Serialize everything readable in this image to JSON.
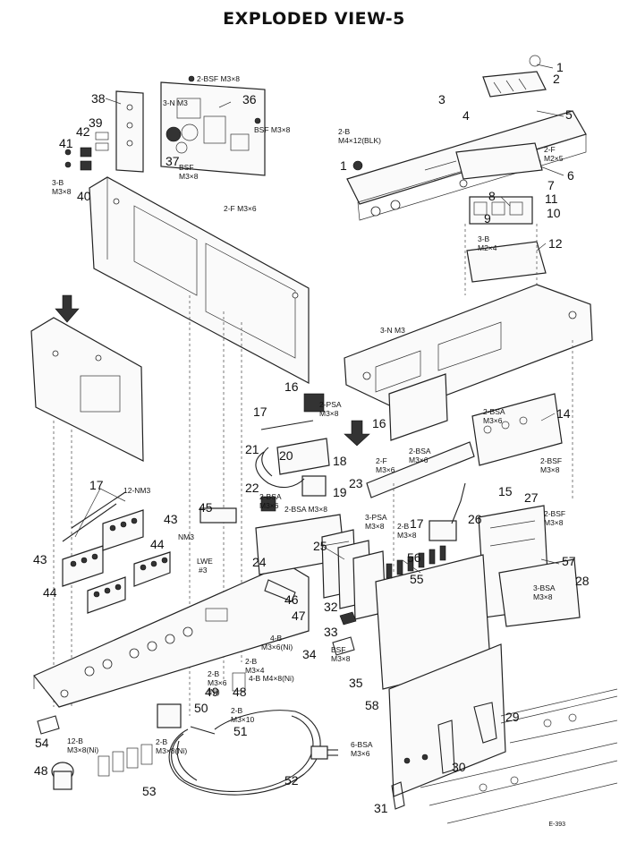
{
  "title": "EXPLODED VIEW-5",
  "drawing_code": "E-393",
  "callouts": [
    {
      "id": "p1a",
      "label": "1"
    },
    {
      "id": "p1b",
      "label": "1"
    },
    {
      "id": "p2",
      "label": "2"
    },
    {
      "id": "p3",
      "label": "3"
    },
    {
      "id": "p4",
      "label": "4"
    },
    {
      "id": "p5",
      "label": "5"
    },
    {
      "id": "p6",
      "label": "6"
    },
    {
      "id": "p7",
      "label": "7"
    },
    {
      "id": "p8",
      "label": "8"
    },
    {
      "id": "p9",
      "label": "9"
    },
    {
      "id": "p10",
      "label": "10"
    },
    {
      "id": "p11",
      "label": "11"
    },
    {
      "id": "p12",
      "label": "12"
    },
    {
      "id": "p14",
      "label": "14"
    },
    {
      "id": "p15",
      "label": "15"
    },
    {
      "id": "p16a",
      "label": "16"
    },
    {
      "id": "p16b",
      "label": "16"
    },
    {
      "id": "p17a",
      "label": "17"
    },
    {
      "id": "p17b",
      "label": "17"
    },
    {
      "id": "p17c",
      "label": "17"
    },
    {
      "id": "p18",
      "label": "18"
    },
    {
      "id": "p19",
      "label": "19"
    },
    {
      "id": "p20",
      "label": "20"
    },
    {
      "id": "p21",
      "label": "21"
    },
    {
      "id": "p22",
      "label": "22"
    },
    {
      "id": "p23",
      "label": "23"
    },
    {
      "id": "p24",
      "label": "24"
    },
    {
      "id": "p25",
      "label": "25"
    },
    {
      "id": "p26",
      "label": "26"
    },
    {
      "id": "p27",
      "label": "27"
    },
    {
      "id": "p28",
      "label": "28"
    },
    {
      "id": "p29",
      "label": "29"
    },
    {
      "id": "p30",
      "label": "30"
    },
    {
      "id": "p31",
      "label": "31"
    },
    {
      "id": "p32",
      "label": "32"
    },
    {
      "id": "p33",
      "label": "33"
    },
    {
      "id": "p34",
      "label": "34"
    },
    {
      "id": "p35",
      "label": "35"
    },
    {
      "id": "p36",
      "label": "36"
    },
    {
      "id": "p37",
      "label": "37"
    },
    {
      "id": "p38",
      "label": "38"
    },
    {
      "id": "p39",
      "label": "39"
    },
    {
      "id": "p40",
      "label": "40"
    },
    {
      "id": "p41",
      "label": "41"
    },
    {
      "id": "p42",
      "label": "42"
    },
    {
      "id": "p43a",
      "label": "43"
    },
    {
      "id": "p43b",
      "label": "43"
    },
    {
      "id": "p44a",
      "label": "44"
    },
    {
      "id": "p44b",
      "label": "44"
    },
    {
      "id": "p45",
      "label": "45"
    },
    {
      "id": "p46",
      "label": "46"
    },
    {
      "id": "p47",
      "label": "47"
    },
    {
      "id": "p48a",
      "label": "48"
    },
    {
      "id": "p48b",
      "label": "48"
    },
    {
      "id": "p49",
      "label": "49"
    },
    {
      "id": "p50",
      "label": "50"
    },
    {
      "id": "p51",
      "label": "51"
    },
    {
      "id": "p52",
      "label": "52"
    },
    {
      "id": "p53",
      "label": "53"
    },
    {
      "id": "p54",
      "label": "54"
    },
    {
      "id": "p55",
      "label": "55"
    },
    {
      "id": "p56",
      "label": "56"
    },
    {
      "id": "p57",
      "label": "57"
    },
    {
      "id": "p58",
      "label": "58"
    }
  ],
  "screw_notes": [
    {
      "id": "n1",
      "lines": [
        "2-BSF M3×8"
      ]
    },
    {
      "id": "n2",
      "lines": [
        "3-N M3"
      ]
    },
    {
      "id": "n3",
      "lines": [
        "BSF M3×8"
      ]
    },
    {
      "id": "n4",
      "lines": [
        "BSF",
        "M3×8"
      ]
    },
    {
      "id": "n5",
      "lines": [
        "3-B",
        "M3×8"
      ]
    },
    {
      "id": "n6",
      "lines": [
        "2-F M3×6"
      ]
    },
    {
      "id": "n7",
      "lines": [
        "2-B",
        "M4×12(BLK)"
      ]
    },
    {
      "id": "n8",
      "lines": [
        "2-F",
        "M2×5"
      ]
    },
    {
      "id": "n9",
      "lines": [
        "3-B",
        "M2×4"
      ]
    },
    {
      "id": "n10",
      "lines": [
        "3-N M3"
      ]
    },
    {
      "id": "n11",
      "lines": [
        "2-PSA",
        "M3×8"
      ]
    },
    {
      "id": "n12",
      "lines": [
        "2-BSA",
        "M3×6"
      ]
    },
    {
      "id": "n13",
      "lines": [
        "2-BSA",
        "M3×6"
      ]
    },
    {
      "id": "n14",
      "lines": [
        "2-F",
        "M3×6"
      ]
    },
    {
      "id": "n15",
      "lines": [
        "2-BSF",
        "M3×8"
      ]
    },
    {
      "id": "n16",
      "lines": [
        "12-NM3"
      ]
    },
    {
      "id": "n17",
      "lines": [
        "2-BSA",
        "M3×6"
      ]
    },
    {
      "id": "n18",
      "lines": [
        "2-BSA M3×8"
      ]
    },
    {
      "id": "n19",
      "lines": [
        "3-PSA",
        "M3×8"
      ]
    },
    {
      "id": "n20",
      "lines": [
        "2-B",
        "M3×8"
      ]
    },
    {
      "id": "n21",
      "lines": [
        "2-BSF",
        "M3×8"
      ]
    },
    {
      "id": "n22",
      "lines": [
        "NM3"
      ]
    },
    {
      "id": "n23",
      "lines": [
        "LWE",
        "#3"
      ]
    },
    {
      "id": "n24",
      "lines": [
        "3-BSA",
        "M3×8"
      ]
    },
    {
      "id": "n25",
      "lines": [
        "BSF",
        "M3×8"
      ]
    },
    {
      "id": "n26",
      "lines": [
        "4-B",
        "M3×6(Ni)"
      ]
    },
    {
      "id": "n27",
      "lines": [
        "2-B",
        "M3×4"
      ]
    },
    {
      "id": "n28",
      "lines": [
        "2-B",
        "M3×6",
        "(Ni)"
      ]
    },
    {
      "id": "n29",
      "lines": [
        "4-B M4×8(Ni)"
      ]
    },
    {
      "id": "n30",
      "lines": [
        "2-B",
        "M3×10"
      ]
    },
    {
      "id": "n31",
      "lines": [
        "12-B",
        "M3×8(Ni)"
      ]
    },
    {
      "id": "n32",
      "lines": [
        "2-B",
        "M3×8(Ni)"
      ]
    },
    {
      "id": "n33",
      "lines": [
        "6-BSA",
        "M3×6"
      ]
    }
  ]
}
